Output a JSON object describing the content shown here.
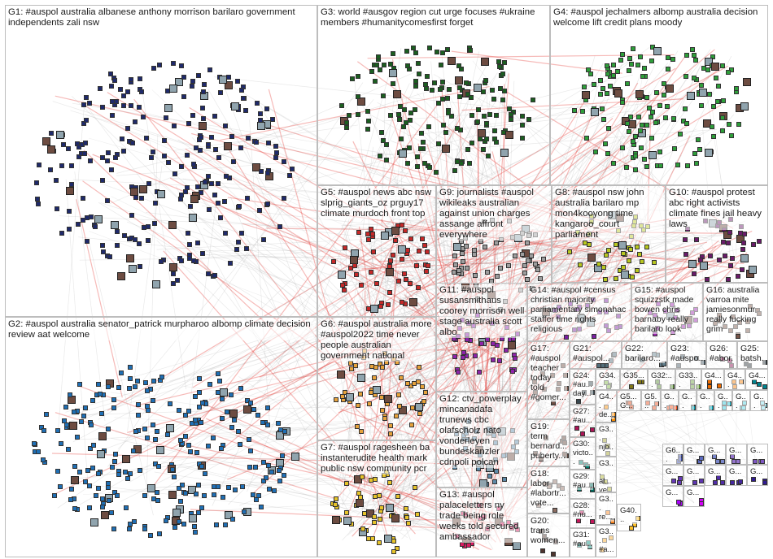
{
  "groups": [
    {
      "id": "G1",
      "label": "G1: #auspol australia albanese anthony morrison barilaro government independents zali nsw",
      "color": "#1f2a6b"
    },
    {
      "id": "G2",
      "label": "G2: #auspol australia senator_patrick murpharoo albomp climate decision review aat welcome",
      "color": "#1f6fb5"
    },
    {
      "id": "G3",
      "label": "G3: world #ausgov region cut urge focuses #ukraine members #humanitycomesfirst forget",
      "color": "#1b5e20"
    },
    {
      "id": "G4",
      "label": "G4: #auspol jechalmers albomp australia decision welcome lift credit plans moody",
      "color": "#2e9e3a"
    },
    {
      "id": "G5",
      "label": "G5: #auspol news abc nsw slprig_giants_oz prguy17 climate murdoch front top",
      "color": "#c62828"
    },
    {
      "id": "G6",
      "label": "G6: #auspol australia more #auspol2022 time never people australian government national",
      "color": "#e6a23c"
    },
    {
      "id": "G7",
      "label": "G7: #auspol ragesheen ba instanterudite health mark public nsw community pcr",
      "color": "#e6c32a"
    },
    {
      "id": "G8",
      "label": "G8: #auspol nsw john australia barilaro mp mon4kooyong time kangaroo_court parliament",
      "color": "#b8c71f"
    },
    {
      "id": "G9",
      "label": "G9: journalists #auspol wikileaks australian against union charges assange affront everywhere",
      "color": "#9e9e9e"
    },
    {
      "id": "G10",
      "label": "G10: #auspol protest abc right activists climate fines jail heavy laws",
      "color": "#6a1b6a"
    },
    {
      "id": "G11",
      "label": "G11: #auspol susansmithaus coorey morrison well stage australia scott albo",
      "color": "#8e24aa"
    },
    {
      "id": "G12",
      "label": "G12: ctv_powerplay mincanadafa trunews cbc olafscholz nato vonderleyen bundeskanzler cdnpoli polcan",
      "color": "#5d8aa8"
    },
    {
      "id": "G13",
      "label": "G13: #auspol palaceletters ny trade being role weeks told secured ambassador",
      "color": "#d81b60"
    },
    {
      "id": "G14",
      "label": "G14: #auspol #census christian majority parliamentary simonahac staffer time rights religious",
      "color": "#7b1fa2"
    },
    {
      "id": "G15",
      "label": "G15: #auspol squizzstk made bowen chris barnaby really barilaro look",
      "color": "#9c27b0"
    },
    {
      "id": "G16",
      "label": "G16: australia varroa mite jamiesonmur really fucking grim",
      "color": "#795548"
    },
    {
      "id": "G17",
      "label": "G17: #auspol teacher today told #gomer...",
      "color": "#6d4c41"
    },
    {
      "id": "G18",
      "label": "G18: labor #labortr... vote...",
      "color": "#8d6e63"
    },
    {
      "id": "G19",
      "label": "G19: term bernard... puberty...",
      "color": "#5d4037"
    },
    {
      "id": "G20",
      "label": "G20: trans women...",
      "color": "#4e342e"
    },
    {
      "id": "G21",
      "label": "G21: #auspol...",
      "color": "#546e7a"
    },
    {
      "id": "G22",
      "label": "G22: barilaro...",
      "color": "#607d8b"
    },
    {
      "id": "G23",
      "label": "G23: #auspo...",
      "color": "#455a64"
    },
    {
      "id": "G24",
      "label": "G24: #au... day...",
      "color": "#37474f"
    },
    {
      "id": "G25",
      "label": "G25: batsh...",
      "color": "#263238"
    },
    {
      "id": "G26",
      "label": "G26: #abor...",
      "color": "#880e4f"
    },
    {
      "id": "G27",
      "label": "G27: #au...",
      "color": "#ad1457"
    },
    {
      "id": "G28",
      "label": "G28: #nu...",
      "color": "#c2185b"
    },
    {
      "id": "G29",
      "label": "G29: #au...",
      "color": "#00695c"
    },
    {
      "id": "G30",
      "label": "G30: victo...",
      "color": "#00796b"
    },
    {
      "id": "G31",
      "label": "G31: #au...",
      "color": "#00897b"
    },
    {
      "id": "G32",
      "label": "G32:...",
      "color": "#558b2f"
    },
    {
      "id": "G33",
      "label": "G33...",
      "color": "#689f38"
    },
    {
      "id": "G34",
      "label": "G34...",
      "color": "#7cb342"
    },
    {
      "id": "G35",
      "label": "G35...",
      "color": "#827717"
    },
    {
      "id": "G36",
      "label": "G3... njb...",
      "color": "#9e9d24"
    },
    {
      "id": "G37",
      "label": "G3... al... ve...",
      "color": "#afb42b"
    },
    {
      "id": "G38",
      "label": "G3... re...",
      "color": "#f57f17"
    },
    {
      "id": "G39",
      "label": "G3... #a...",
      "color": "#f9a825"
    },
    {
      "id": "G40",
      "label": "G40...",
      "color": "#fbc02d"
    },
    {
      "id": "G41",
      "label": "G4...",
      "color": "#ef6c00"
    },
    {
      "id": "G42",
      "label": "G4...",
      "color": "#f57c00"
    },
    {
      "id": "G43",
      "label": "G4... de...",
      "color": "#fb8c00"
    },
    {
      "id": "G44",
      "label": "G5... G...",
      "color": "#d84315"
    },
    {
      "id": "G45",
      "label": "G5...",
      "color": "#e64a19"
    },
    {
      "id": "G46",
      "label": "G...",
      "color": "#f4511e"
    },
    {
      "id": "G47",
      "label": "G6...",
      "color": "#3949ab"
    },
    {
      "id": "G48",
      "label": "G...",
      "color": "#5c6bc0"
    },
    {
      "id": "G49",
      "label": "G...",
      "color": "#7986cb"
    },
    {
      "id": "G50",
      "label": "G4...",
      "color": "#00838f"
    },
    {
      "id": "G51",
      "label": "G...",
      "color": "#0097a7"
    },
    {
      "id": "G52",
      "label": "G...",
      "color": "#00acc1"
    },
    {
      "id": "G53",
      "label": "G...",
      "color": "#26c6da"
    },
    {
      "id": "G54",
      "label": "G...",
      "color": "#4dd0e1"
    },
    {
      "id": "G55",
      "label": "G...",
      "color": "#80deea"
    },
    {
      "id": "G56",
      "label": "G...",
      "color": "#9575cd"
    },
    {
      "id": "G57",
      "label": "G...",
      "color": "#7e57c2"
    },
    {
      "id": "G58",
      "label": "G...",
      "color": "#673ab7"
    },
    {
      "id": "G59",
      "label": "G...",
      "color": "#5e35b1"
    },
    {
      "id": "G60",
      "label": "G...",
      "color": "#512da8"
    },
    {
      "id": "G61",
      "label": "G...",
      "color": "#4527a0"
    },
    {
      "id": "G62",
      "label": "G...",
      "color": "#311b92"
    },
    {
      "id": "G63",
      "label": "G...",
      "color": "#aa00ff"
    },
    {
      "id": "G64",
      "label": "G...",
      "color": "#d500f9"
    }
  ],
  "colors": {
    "edge_gray": "#9a9a9a",
    "edge_red": "#e53935",
    "panel_border": "#bdbdbd"
  }
}
